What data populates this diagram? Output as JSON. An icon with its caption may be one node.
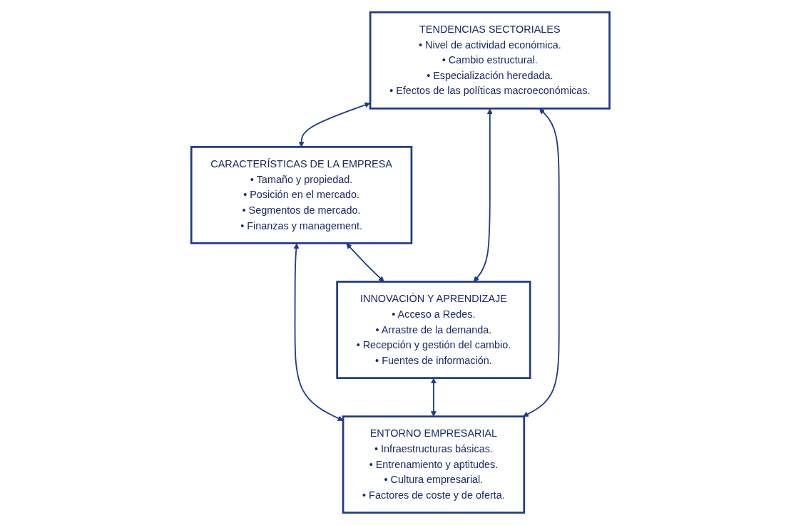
{
  "diagram": {
    "nodes": [
      {
        "text": [
          "TENDENCIAS SECTORIALES",
          "• Nivel de actividad económica.",
          "• Cambio estructural.",
          "• Especialización heredada.",
          "• Efectos de las políticas macroeconómicas."
        ]
      },
      {
        "text": [
          "CARACTERÍSTICAS DE LA EMPRESA",
          "• Tamaño y propiedad.",
          "• Posición en el mercado.",
          "• Segmentos de mercado.",
          "• Finanzas y management."
        ]
      },
      {
        "text": [
          "INNOVACIÓN Y APRENDIZAJE",
          "• Acceso a Redes.",
          "• Arrastre de la demanda.",
          "• Recepción y gestión del cambio.",
          "• Fuentes de información."
        ]
      },
      {
        "text": [
          "ENTORNO EMPRESARIAL",
          "• Infraestructuras básicas.",
          "• Entrenamiento y aptitudes.",
          "• Cultura empresarial.",
          "• Factores de coste y de oferta."
        ]
      }
    ],
    "edges": [
      {
        "from": 0,
        "to": 1,
        "arrow": "both"
      },
      {
        "from": 0,
        "to": 2,
        "arrow": "both"
      },
      {
        "from": 1,
        "to": 3,
        "arrow": "both"
      },
      {
        "from": 2,
        "to": 3,
        "arrow": "both"
      },
      {
        "from": 0,
        "to": 3,
        "arrow": "both"
      },
      {
        "from": 1,
        "to": 2,
        "arrow": "both"
      }
    ]
  }
}
